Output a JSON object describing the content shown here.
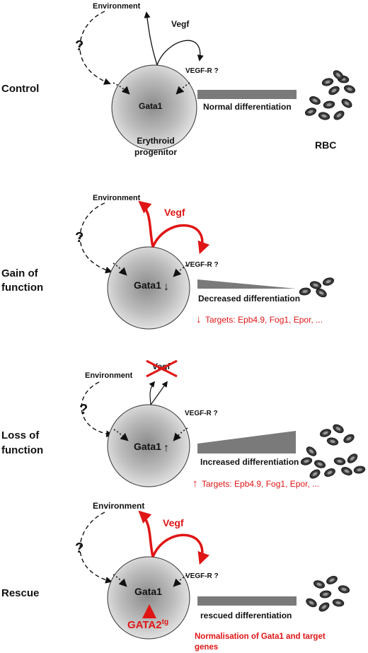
{
  "colors": {
    "red": "#e01515",
    "black": "#111111",
    "bar": "#7a7a7a",
    "cell_light": "#eeeeee",
    "cell_dark": "#8c8c8c"
  },
  "control": {
    "title": "Control",
    "environment": "Environment",
    "question": "?",
    "vegf": "Vegf",
    "receptor": "VEGF-R ?",
    "gata": "Gata1",
    "differentiation": "Normal differentiation",
    "cell_line1": "Erythroid",
    "cell_line2": "progenitor",
    "rbc": "RBC"
  },
  "gain": {
    "title_line1": "Gain of",
    "title_line2": "function",
    "environment": "Environment",
    "question": "?",
    "vegf": "Vegf",
    "receptor": "VEGF-R ?",
    "gata": "Gata1",
    "gata_arrow": "↓",
    "differentiation": "Decreased differentiation",
    "targets_arrow": "↓",
    "targets": "Targets: Epb4.9, Fog1, Epor, ..."
  },
  "loss": {
    "title_line1": "Loss of",
    "title_line2": "function",
    "environment": "Environment",
    "question": "?",
    "vegf": "Vegf",
    "receptor": "VEGF-R ?",
    "gata": "Gata1",
    "gata_arrow": "↑",
    "differentiation": "Increased differentiation",
    "targets_arrow": "↑",
    "targets": "Targets: Epb4.9, Fog1, Epor, ..."
  },
  "rescue": {
    "title": "Rescue",
    "environment": "Environment",
    "question": "?",
    "vegf": "Vegf",
    "receptor": "VEGF-R ?",
    "gata": "Gata1",
    "gata2": "GATA2",
    "gata2_sup": "tg",
    "differentiation": "rescued differentiation",
    "normalisation_line1": "Normalisation of Gata1 and target",
    "normalisation_line2": "genes"
  }
}
